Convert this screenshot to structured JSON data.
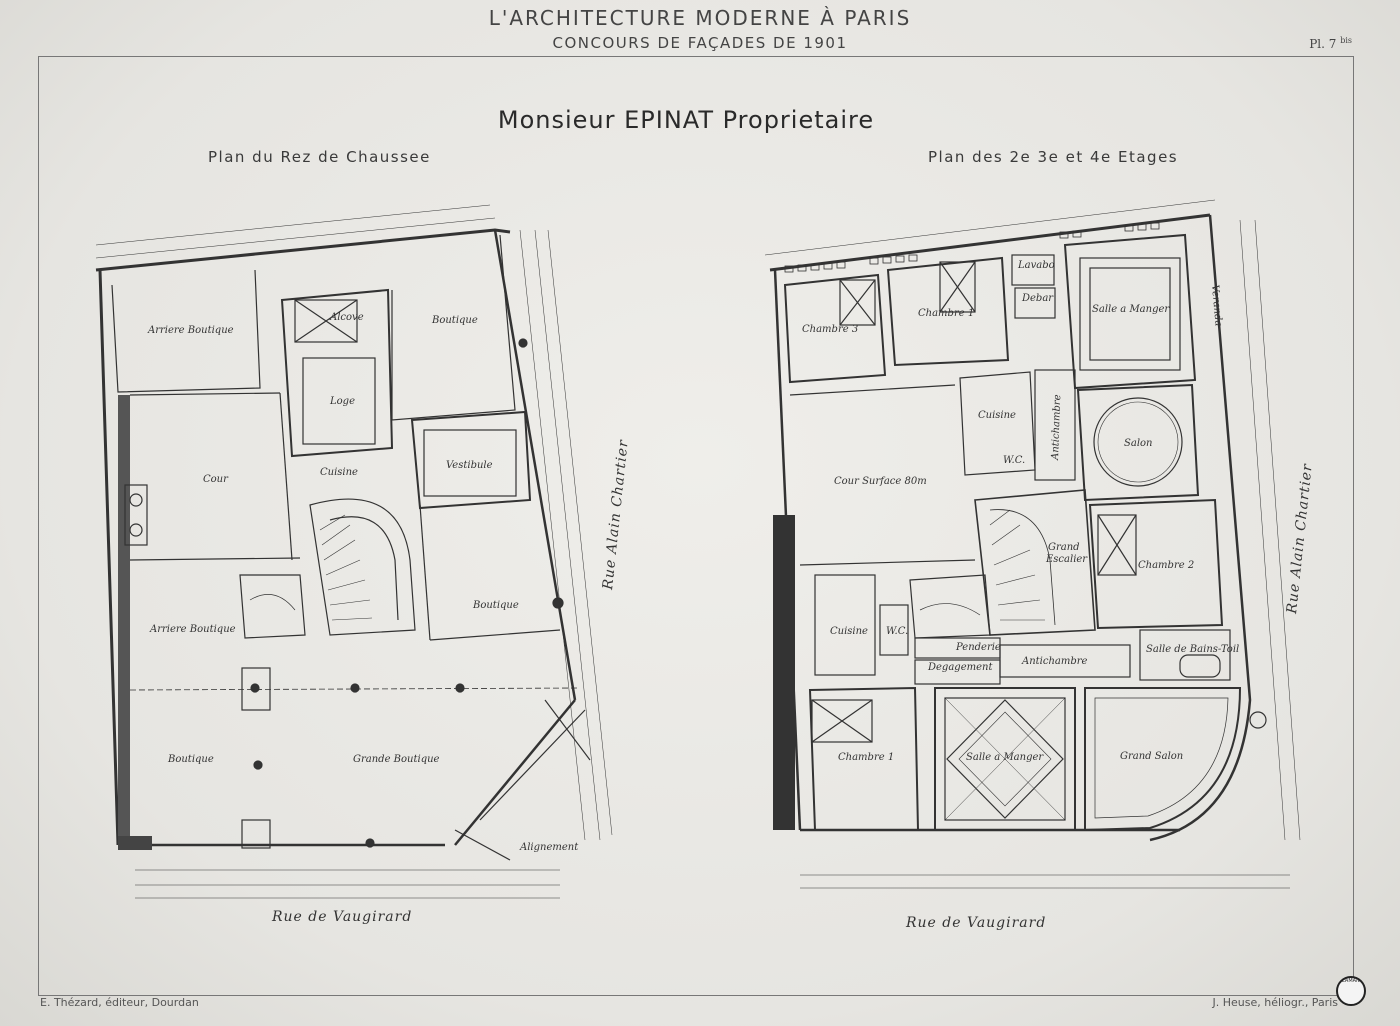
{
  "header": {
    "series_title": "L'ARCHITECTURE MODERNE À PARIS",
    "subtitle": "CONCOURS DE FAÇADES DE 1901",
    "plate": "Pl. 7",
    "plate_sup": "bis"
  },
  "title": "Monsieur EPINAT Proprietaire",
  "plans": {
    "left_title": "Plan du Rez de Chaussee",
    "right_title": "Plan des 2e 3e et 4e Etages"
  },
  "left_rooms": {
    "arriere_boutique_top": "Arriere Boutique",
    "alcove": "Alcove",
    "boutique_top": "Boutique",
    "loge": "Loge",
    "vestibule": "Vestibule",
    "cour": "Cour",
    "cuisine": "Cuisine",
    "boutique_right": "Boutique",
    "arriere_boutique_mid": "Arriere Boutique",
    "boutique_left": "Boutique",
    "grande_boutique": "Grande Boutique",
    "alignement": "Alignement"
  },
  "right_rooms": {
    "chambre3": "Chambre 3",
    "chambre1_top": "Chambre 1",
    "lavabo": "Lavabo",
    "debarras": "Debar",
    "salle_manger_top": "Salle a Manger",
    "veranda": "Veranda",
    "cuisine_top": "Cuisine",
    "antichambre_vert": "Antichambre",
    "salon": "Salon",
    "wc_top": "W.C.",
    "cour_surface": "Cour  Surface 80m",
    "grand_escalier": "Grand",
    "grand_escalier2": "Escalier",
    "chambre2": "Chambre 2",
    "cuisine_mid": "Cuisine",
    "wc_mid": "W.C.",
    "penderie": "Penderie",
    "degagement": "Degagement",
    "antichambre": "Antichambre",
    "salle_bains": "Salle de Bains-Toil",
    "chambre1_bottom": "Chambre 1",
    "salle_manger_bottom": "Salle a Manger",
    "grand_salon": "Grand Salon"
  },
  "streets": {
    "left_bottom": "Rue   de   Vaugirard",
    "left_side": "Rue  Alain  Chartier",
    "right_bottom": "Rue   de   Vaugirard",
    "right_side": "Rue  Alain  Chartier"
  },
  "footer": {
    "left": "E. Thézard, éditeur, Dourdan",
    "right": "J. Heuse, héliogr., Paris",
    "stamp": "FLAMANT"
  }
}
